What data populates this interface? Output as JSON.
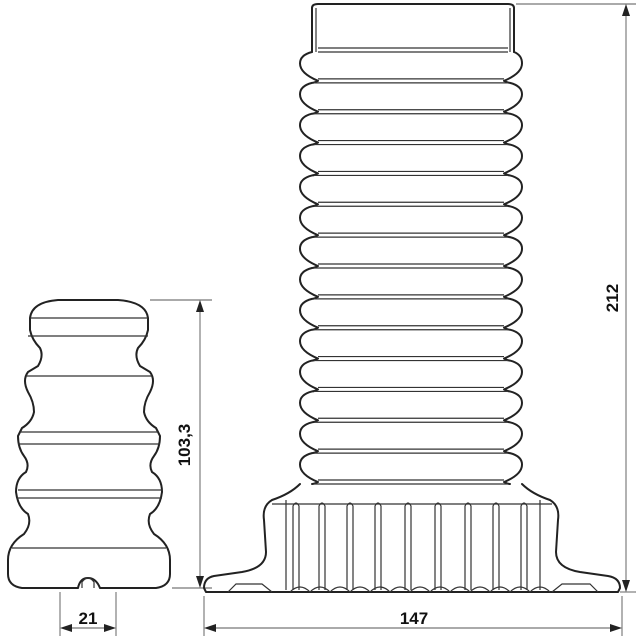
{
  "dimensions": {
    "bumper_height": "103,3",
    "bumper_hole": "21",
    "boot_height": "212",
    "boot_width": "147"
  },
  "colors": {
    "line": "#222222",
    "background": "#ffffff"
  }
}
